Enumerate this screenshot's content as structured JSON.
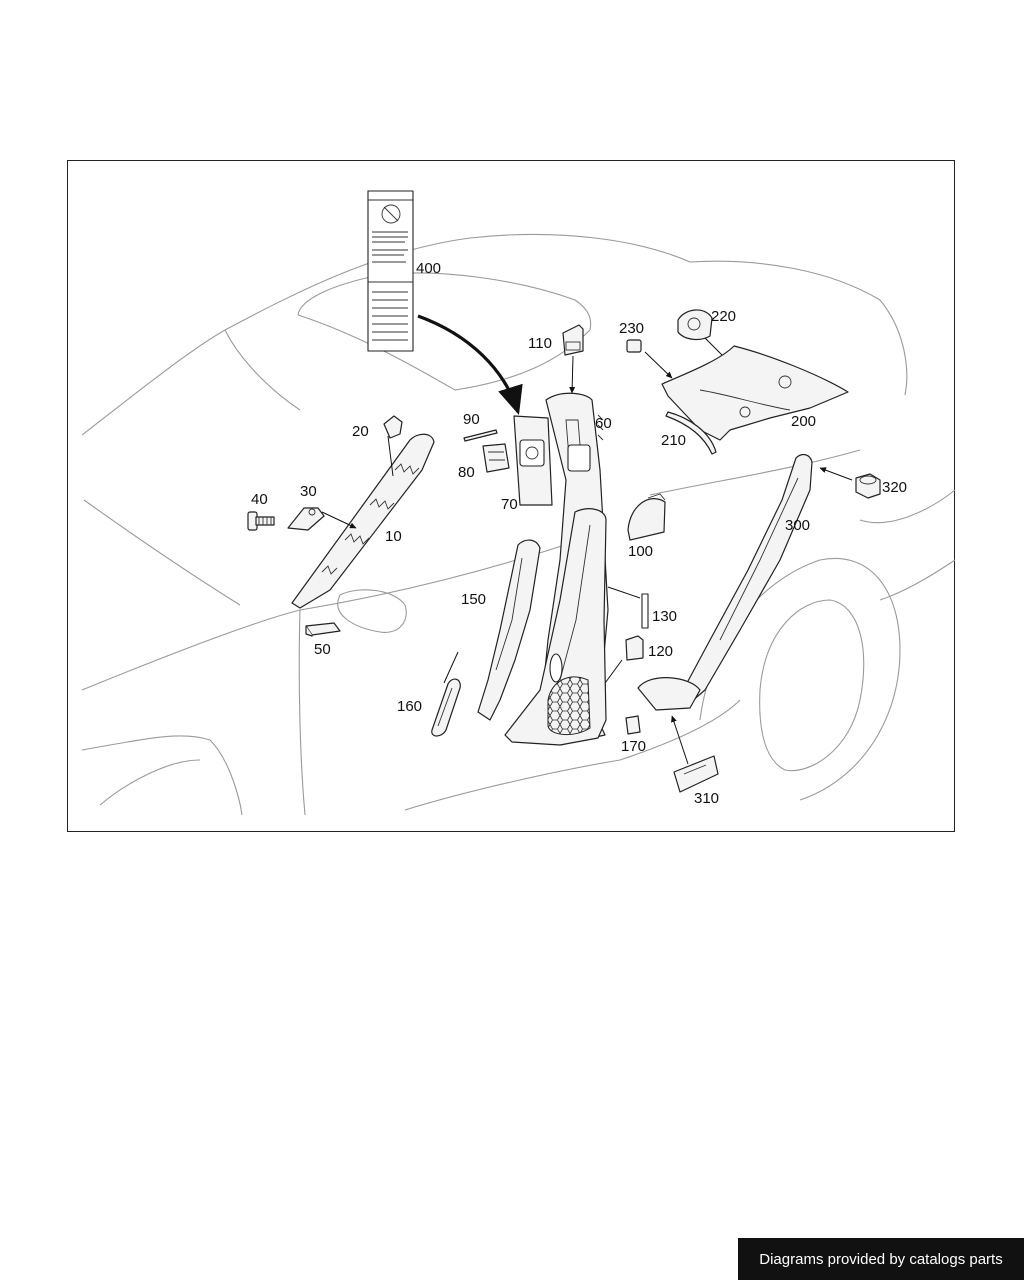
{
  "footer": {
    "credit": "Diagrams provided by catalogs parts"
  },
  "callouts": {
    "c10": "10",
    "c20": "20",
    "c30": "30",
    "c40": "40",
    "c50": "50",
    "c60": "60",
    "c70": "70",
    "c80": "80",
    "c90": "90",
    "c100": "100",
    "c110": "110",
    "c120": "120",
    "c130": "130",
    "c150": "150",
    "c160": "160",
    "c170": "170",
    "c200": "200",
    "c210": "210",
    "c220": "220",
    "c230": "230",
    "c300": "300",
    "c310": "310",
    "c320": "320",
    "c400": "400"
  },
  "colors": {
    "outline": "#222222",
    "car_body": "#9a9a9a",
    "footer_bg": "#111111",
    "footer_text": "#ffffff"
  }
}
